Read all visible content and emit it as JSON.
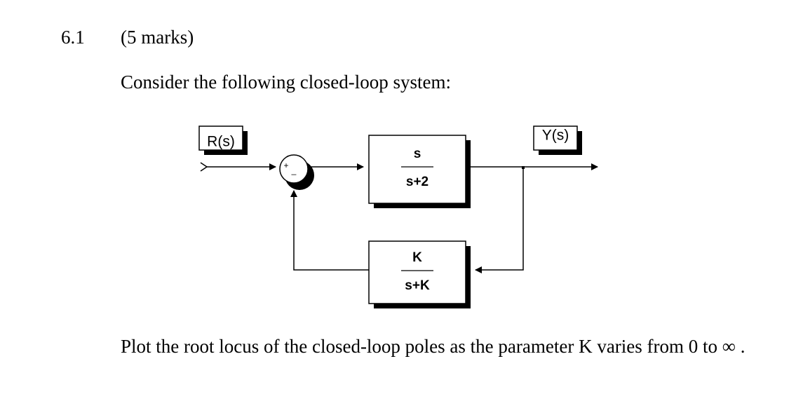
{
  "question": {
    "number": "6.1",
    "marks": "(5 marks)",
    "intro": "Consider the following closed-loop system:",
    "task": "Plot the root locus of the closed-loop poles as the parameter K varies from 0 to ∞ ."
  },
  "diagram": {
    "input_label": "R(s)",
    "output_label": "Y(s)",
    "summing_junction": {
      "plus_sign": "+",
      "minus_sign": "_"
    },
    "forward_block": {
      "numerator": "s",
      "denominator": "s+2"
    },
    "feedback_block": {
      "numerator": "K",
      "denominator": "s+K"
    }
  }
}
